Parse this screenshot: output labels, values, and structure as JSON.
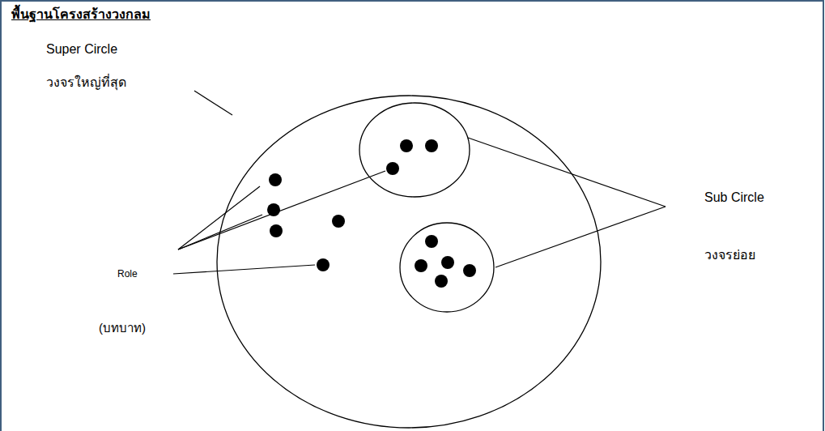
{
  "diagram": {
    "title": "พื้นฐานโครงสร้างวงกลม",
    "labels": [
      "Super Circle",
      "วงจรใหญ่ที่สุด",
      "Role",
      "(บทบาท)",
      "Sub Circle",
      "วงจรย่อย"
    ]
  }
}
